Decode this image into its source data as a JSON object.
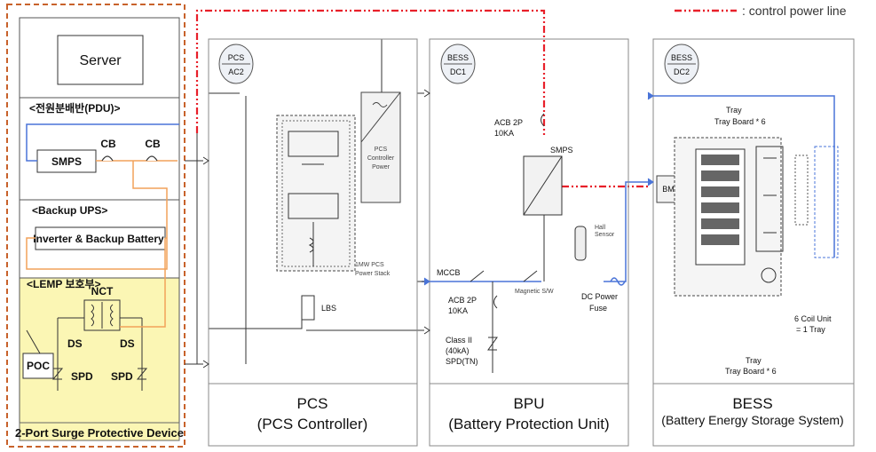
{
  "legend": {
    "label": ": control power line",
    "color": "#e8202a"
  },
  "colors": {
    "control_line": "#e8202a",
    "dc_line": "#4a74d8",
    "ac_line": "#f2a25a",
    "spd_fill": "#fbf6b4",
    "frame_dash": "#c8622b"
  },
  "left_panel": {
    "server": "Server",
    "pdu": {
      "label": "<전원분배반(PDU)>",
      "smps": "SMPS",
      "cb1": "CB",
      "cb2": "CB"
    },
    "ups": {
      "label": "<Backup UPS>",
      "inverter": "Inverter & Backup Battery"
    },
    "lemp": {
      "label": "<LEMP 보호부>",
      "nct": "NCT",
      "ds_left": "DS",
      "ds_right": "DS",
      "poc": "POC",
      "spd_left": "SPD",
      "spd_right": "SPD",
      "title": "2-Port Surge Protective Device"
    }
  },
  "pcs": {
    "badge_top": "PCS",
    "badge_bottom": "AC2",
    "controller_power": [
      "PCS",
      "Controller",
      "Power"
    ],
    "stack": [
      "1MW PCS",
      "Power Stack"
    ],
    "lbs": "LBS",
    "title": "PCS",
    "subtitle": "(PCS Controller)"
  },
  "bpu": {
    "badge_top": "BESS",
    "badge_bottom": "DC1",
    "acb_top": [
      "ACB 2P",
      "10KA"
    ],
    "smps": "SMPS",
    "mccb": "MCCB",
    "acb_bottom": [
      "ACB 2P",
      "10KA"
    ],
    "magnetic": "Magnetic S/W",
    "hall": [
      "Hall",
      "Sensor"
    ],
    "fuse": [
      "DC Power",
      "Fuse"
    ],
    "spd": [
      "Class II",
      "(40kA)",
      "SPD(TN)"
    ],
    "title": "BPU",
    "subtitle": "(Battery Protection Unit)"
  },
  "bess": {
    "badge_top": "BESS",
    "badge_bottom": "DC2",
    "tray_top": "Tray",
    "tray_board_top": "Tray Board * 6",
    "bms": "BMS",
    "coil": [
      "6 Coil Unit",
      "= 1 Tray"
    ],
    "tray_bottom": "Tray",
    "tray_board_bottom": "Tray Board * 6",
    "title": "BESS",
    "subtitle": "(Battery Energy Storage System)"
  }
}
